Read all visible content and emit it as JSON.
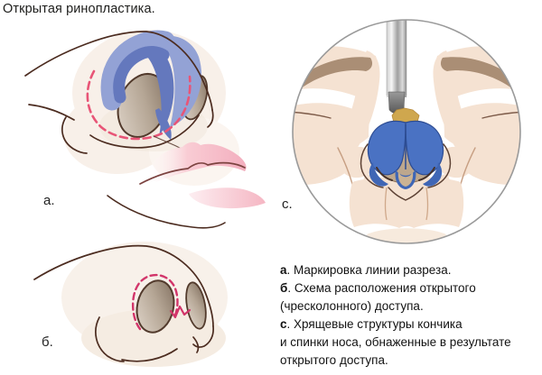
{
  "title": "Открытая ринопластика.",
  "figures": {
    "a": {
      "label": "а.",
      "description": "nose three-quarter view with marked incision line and alar cartilage"
    },
    "b": {
      "label": "б.",
      "description": "nose base view with transcolumellar stair-step incision marking"
    },
    "c": {
      "label": "с.",
      "description": "circular view of exposed tip cartilages retracted with instrument"
    }
  },
  "caption": {
    "lines": [
      {
        "bold": "а",
        "rest": ". Маркировка линии разреза."
      },
      {
        "bold": "б",
        "rest": ". Схема расположения открытого"
      },
      {
        "bold": "",
        "rest": "(чресколонного) доступа."
      },
      {
        "bold": "с",
        "rest": ". Хрящевые структуры кончика"
      },
      {
        "bold": "",
        "rest": "и спинки носа, обнаженные в результате"
      },
      {
        "bold": "",
        "rest": "открытого доступа."
      }
    ]
  },
  "palette": {
    "cartilage_blue": "#4a72c3",
    "cartilage_blue_light": "#93a2d5",
    "cartilage_blue_mid": "#6478bd",
    "incision_pink": "#e85577",
    "incision_crimson": "#d2356a",
    "skin_cream": "#f8f0e9",
    "skin_peach": "#f5e2d2",
    "septum_gold": "#cfa74e",
    "outline_brown": "#4c2c20",
    "lip_pink": "#f3aebe"
  }
}
